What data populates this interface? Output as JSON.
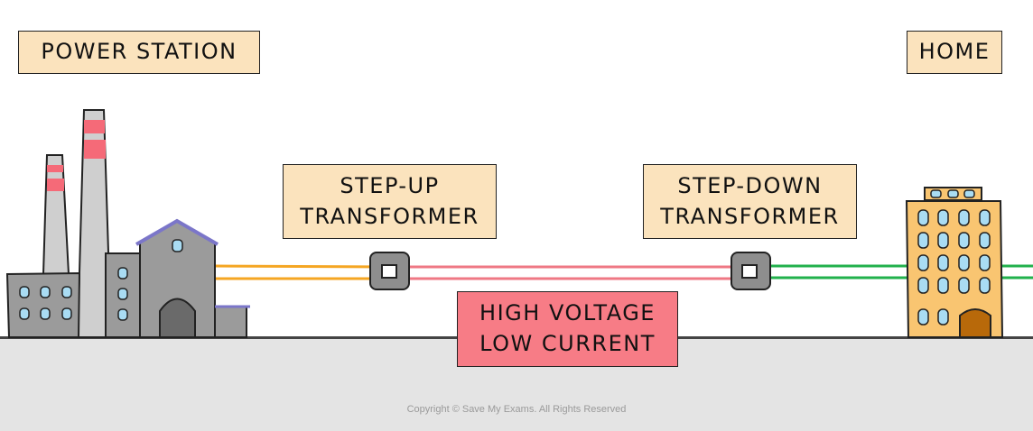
{
  "labels": {
    "power_station": "POWER STATION",
    "home": "HOME",
    "step_up_line1": "STEP-UP",
    "step_up_line2": "TRANSFORMER",
    "step_down_line1": "STEP-DOWN",
    "step_down_line2": "TRANSFORMER",
    "transmission_line1": "HIGH VOLTAGE",
    "transmission_line2": "LOW CURRENT"
  },
  "copyright": "Copyright © Save My Exams. All Rights Reserved",
  "colors": {
    "label_bg": "#fbe3bd",
    "highlight_bg": "#f77c86",
    "low_voltage_wire": "#f5a623",
    "high_voltage_wire": "#ef7884",
    "home_wire": "#22b14c",
    "building_gray": "#9b9b9b",
    "home_orange": "#f9c571",
    "window_blue": "#a9dcf3"
  }
}
